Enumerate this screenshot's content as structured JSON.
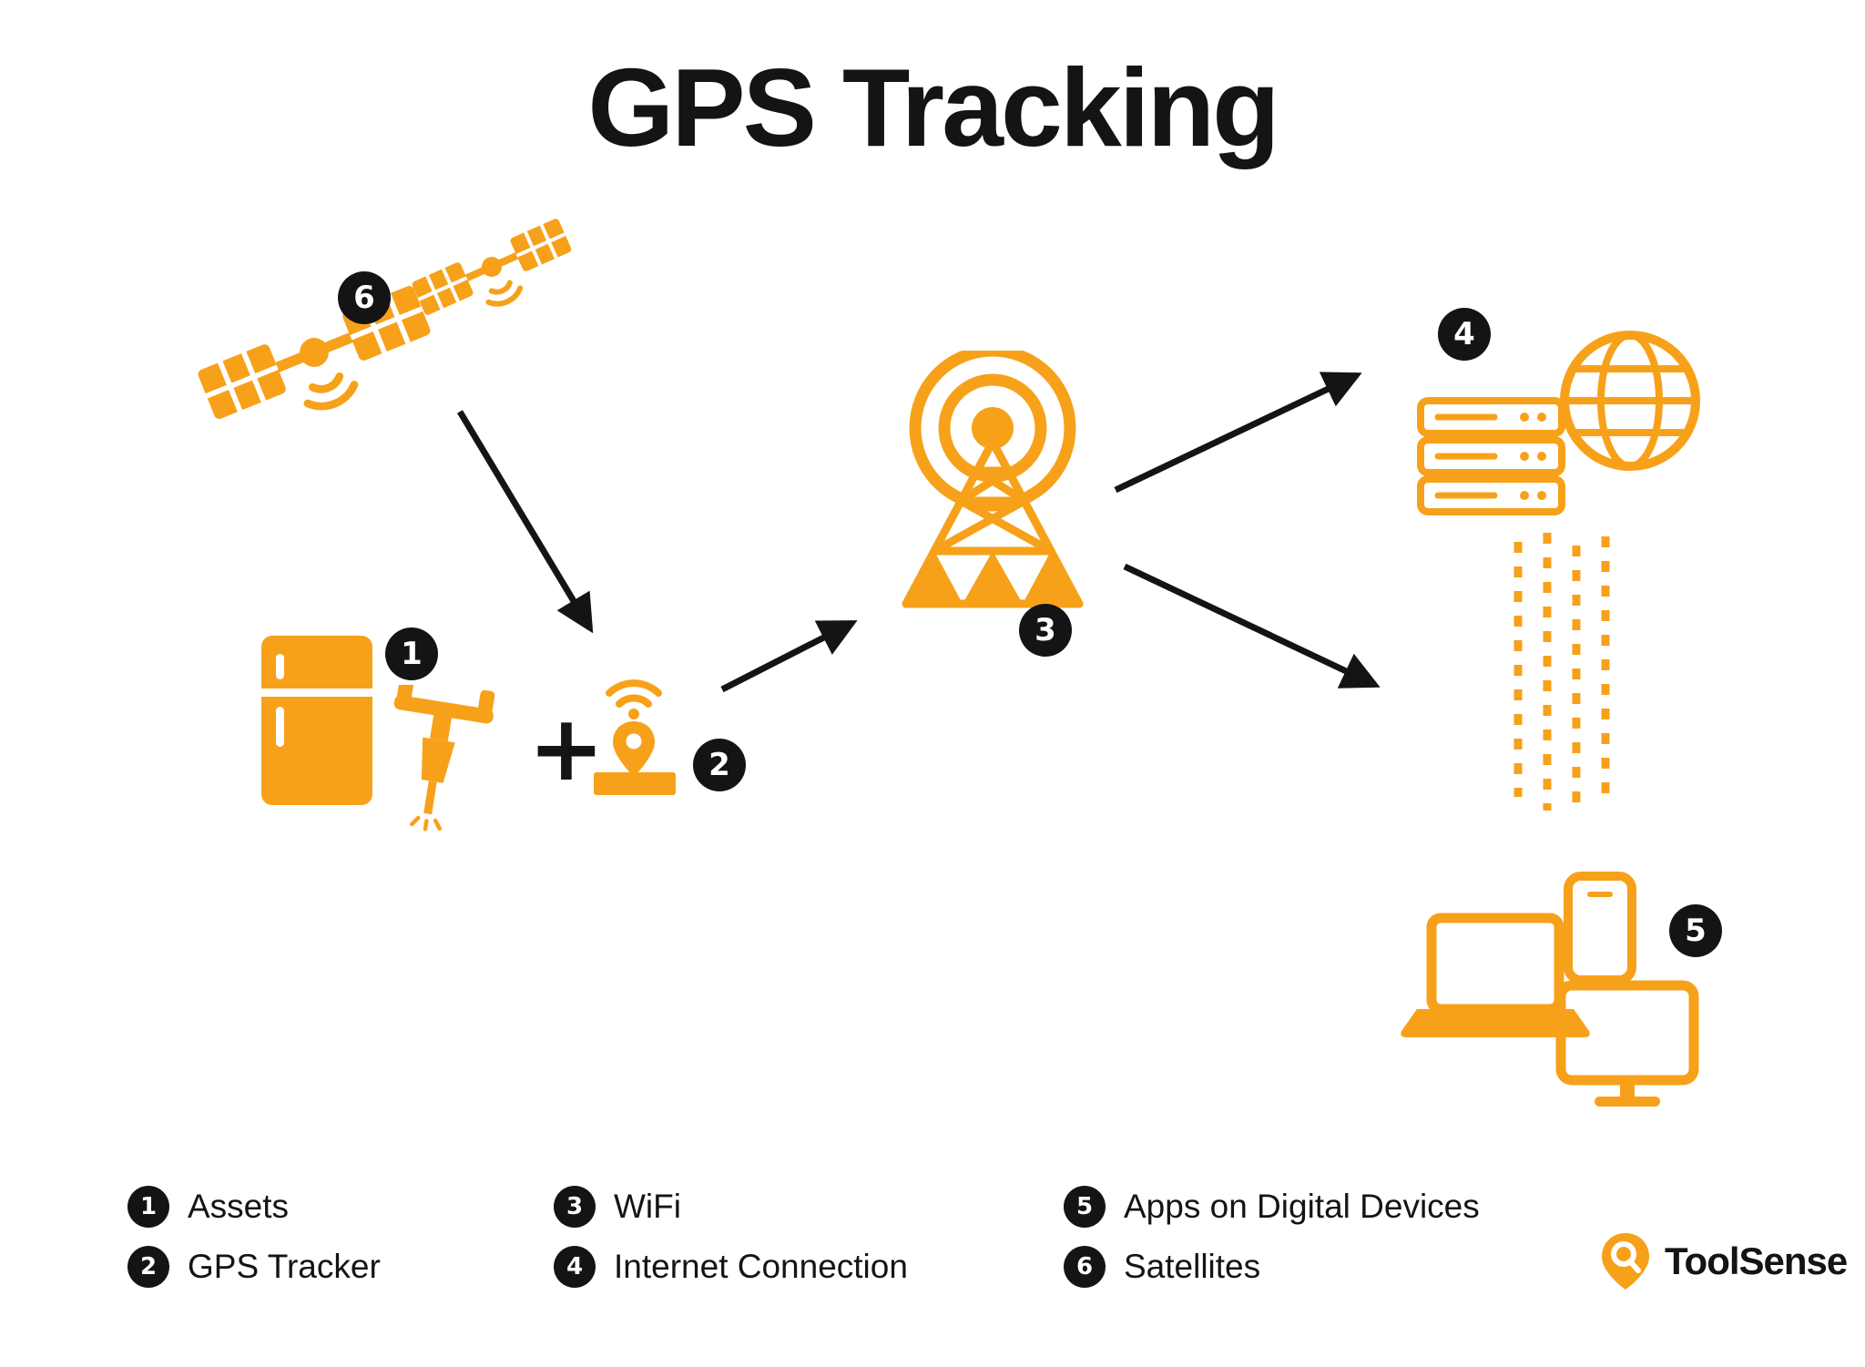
{
  "title": "GPS Tracking",
  "colors": {
    "orange": "#F7A11A",
    "black": "#141414"
  },
  "plus_label": "+",
  "badges": {
    "assets": "1",
    "gps_tracker": "2",
    "wifi": "3",
    "internet": "4",
    "apps": "5",
    "satellites": "6"
  },
  "legend": {
    "items": [
      {
        "num": "1",
        "label": "Assets"
      },
      {
        "num": "2",
        "label": "GPS Tracker"
      },
      {
        "num": "3",
        "label": "WiFi"
      },
      {
        "num": "4",
        "label": "Internet Connection"
      },
      {
        "num": "5",
        "label": "Apps on Digital Devices"
      },
      {
        "num": "6",
        "label": "Satellites"
      }
    ]
  },
  "logo": {
    "text": "ToolSense"
  }
}
